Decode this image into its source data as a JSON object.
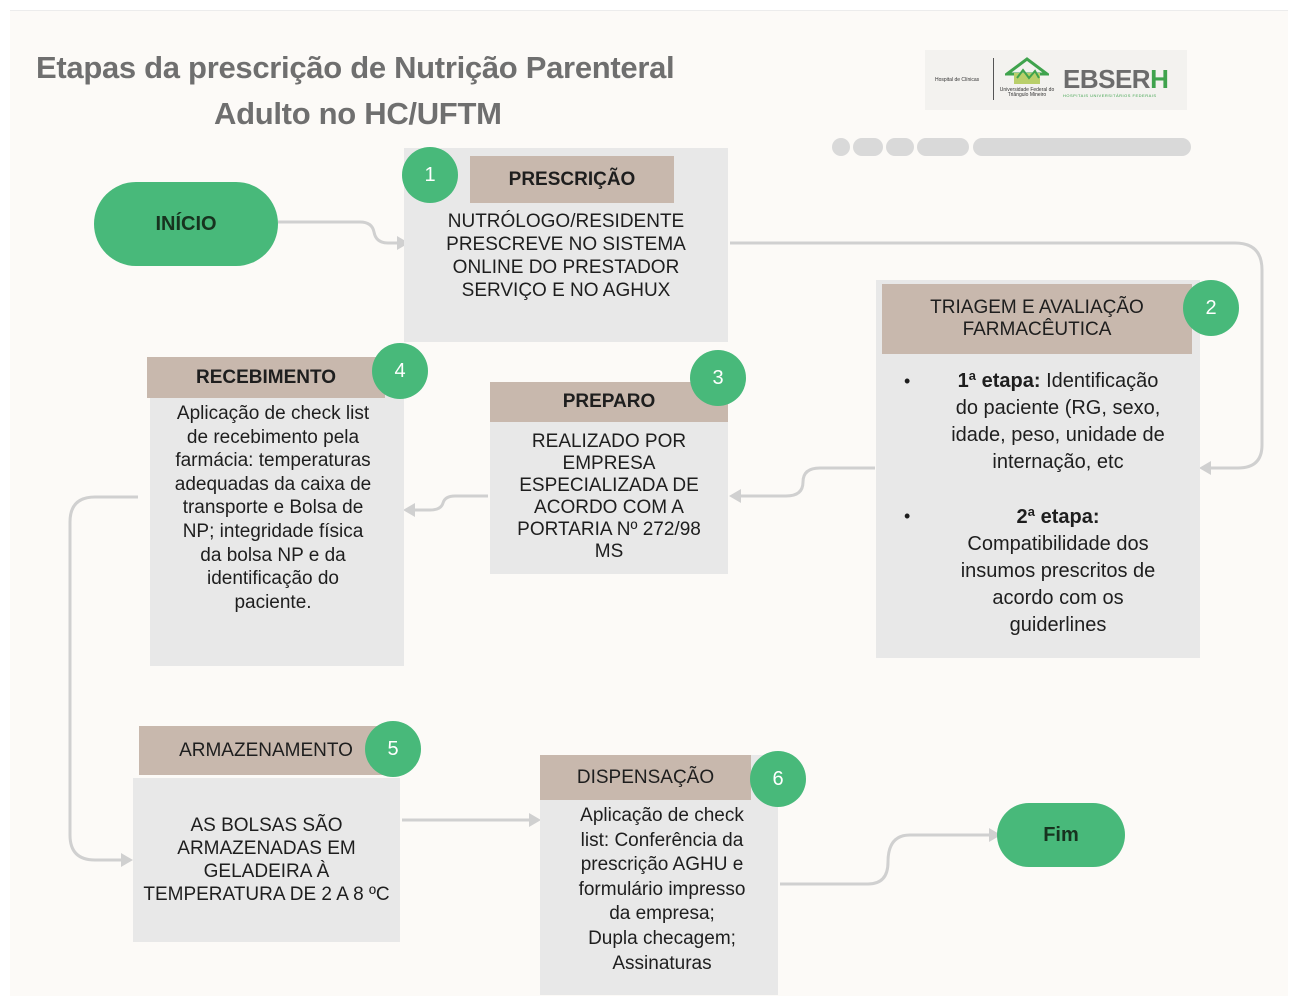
{
  "title": {
    "line1": "Etapas da prescrição de Nutrição Parenteral",
    "line2": "Adulto no HC/UFTM"
  },
  "logo": {
    "hospital_text": "Hospital de Clínicas",
    "university_text": "Universidade Federal do Triângulo Mineiro",
    "ebserh_main": "EBSER",
    "ebserh_h": "H",
    "ebserh_sub": "HOSPITAIS UNIVERSITÁRIOS FEDERAIS"
  },
  "start": {
    "label": "INÍCIO"
  },
  "end": {
    "label": "Fim"
  },
  "steps": {
    "prescricao": {
      "number": "1",
      "title": "PRESCRIÇÃO",
      "lines": [
        "NUTRÓLOGO/RESIDENTE",
        "PRESCREVE NO SISTEMA",
        "ONLINE DO PRESTADOR",
        "SERVIÇO E NO AGHUX"
      ]
    },
    "triagem": {
      "number": "2",
      "title_lines": [
        "TRIAGEM E AVALIAÇÃO",
        "FARMACÊUTICA"
      ],
      "bullet1_bold": "1ª etapa:",
      "bullet1_rest": " Identificação",
      "bullet1_lines": [
        "do paciente (RG, sexo,",
        "idade, peso, unidade de",
        "internação, etc"
      ],
      "bullet2_bold": "2ª etapa:",
      "bullet2_lines": [
        "Compatibilidade dos",
        "insumos prescritos de",
        "acordo com os",
        "guiderlines"
      ]
    },
    "preparo": {
      "number": "3",
      "title": "PREPARO",
      "lines": [
        "REALIZADO POR",
        "EMPRESA",
        "ESPECIALIZADA DE",
        "ACORDO COM A",
        "PORTARIA Nº 272/98",
        "MS"
      ]
    },
    "recebimento": {
      "number": "4",
      "title": "RECEBIMENTO",
      "lines": [
        "Aplicação de check list",
        "de recebimento pela",
        "farmácia: temperaturas",
        "adequadas da caixa de",
        "transporte e Bolsa de",
        "NP;  integridade física",
        "da bolsa NP e da",
        "identificação do",
        "paciente."
      ]
    },
    "armazenamento": {
      "number": "5",
      "title": "ARMAZENAMENTO",
      "lines": [
        "AS BOLSAS SÃO",
        "ARMAZENADAS EM",
        "GELADEIRA À",
        "TEMPERATURA DE 2 A 8 ºC"
      ]
    },
    "dispensacao": {
      "number": "6",
      "title": "DISPENSAÇÃO",
      "lines": [
        "Aplicação de check",
        "list: Conferência da",
        "prescrição AGHU e",
        "formulário impresso",
        "da empresa;",
        "Dupla checagem;",
        "Assinaturas"
      ]
    }
  },
  "colors": {
    "green": "#48b97a",
    "header": "#c8b8ad",
    "card": "#e8e8e8",
    "connector": "#d0d0d0",
    "title": "#6f6f6f"
  }
}
